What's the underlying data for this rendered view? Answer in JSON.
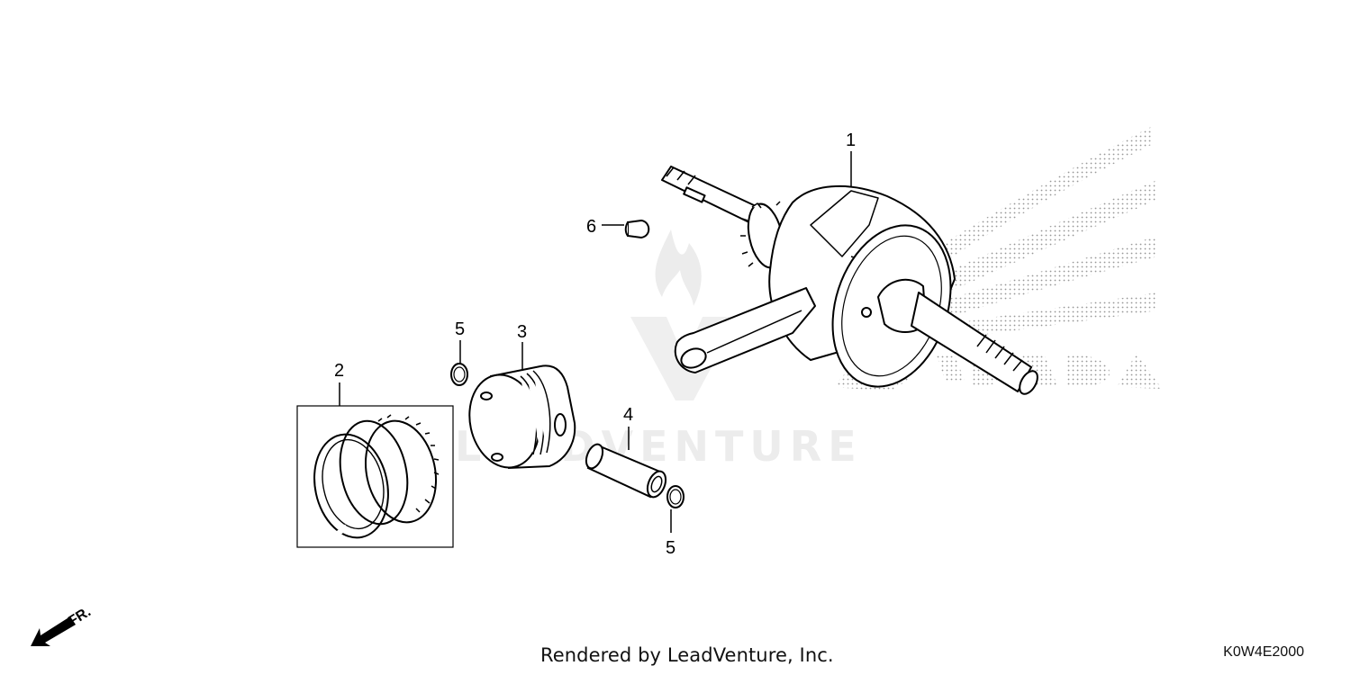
{
  "diagram": {
    "callouts": [
      {
        "id": "crankshaft",
        "label": "1"
      },
      {
        "id": "piston-ring-set",
        "label": "2"
      },
      {
        "id": "piston",
        "label": "3"
      },
      {
        "id": "piston-pin",
        "label": "4"
      },
      {
        "id": "piston-pin-clip-top",
        "label": "5"
      },
      {
        "id": "piston-pin-clip-bottom",
        "label": "5"
      },
      {
        "id": "woodruff-key",
        "label": "6"
      }
    ],
    "front_indicator": "FR."
  },
  "watermark": {
    "text": "LEADVENTURE"
  },
  "footer": {
    "credit": "Rendered by LeadVenture, Inc.",
    "diagram_code": "K0W4E2000"
  }
}
